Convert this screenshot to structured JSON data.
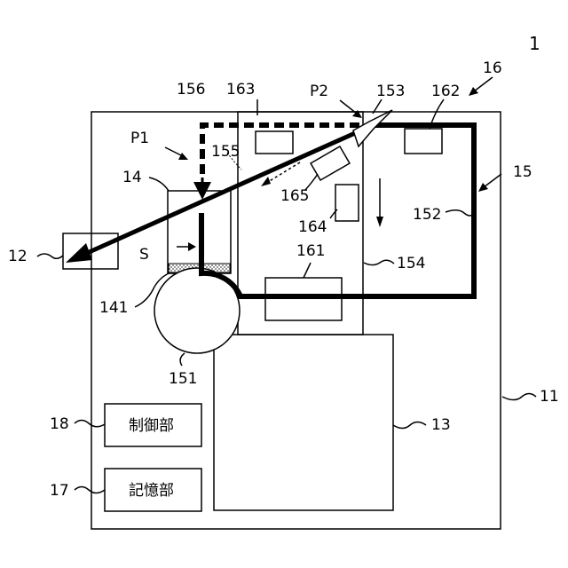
{
  "figure": {
    "number": "1",
    "labels": {
      "l16": "16",
      "l156": "156",
      "l163": "163",
      "p2": "P2",
      "l153": "153",
      "l162": "162",
      "p1": "P1",
      "l155": "155",
      "l14": "14",
      "l165": "165",
      "l15": "15",
      "l164": "164",
      "l152": "152",
      "l12": "12",
      "s": "S",
      "l161": "161",
      "l154": "154",
      "l141": "141",
      "l151": "151",
      "l11": "11",
      "l18": "18",
      "l13": "13",
      "l17": "17"
    },
    "boxes": {
      "control": "制御部",
      "storage": "記憶部"
    }
  }
}
